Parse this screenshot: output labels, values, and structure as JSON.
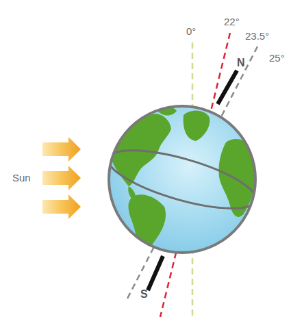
{
  "diagram": {
    "labels": [
      "0°",
      "22°",
      "23.5°",
      "25°",
      "N",
      "S",
      "Sun"
    ]
  }
}
